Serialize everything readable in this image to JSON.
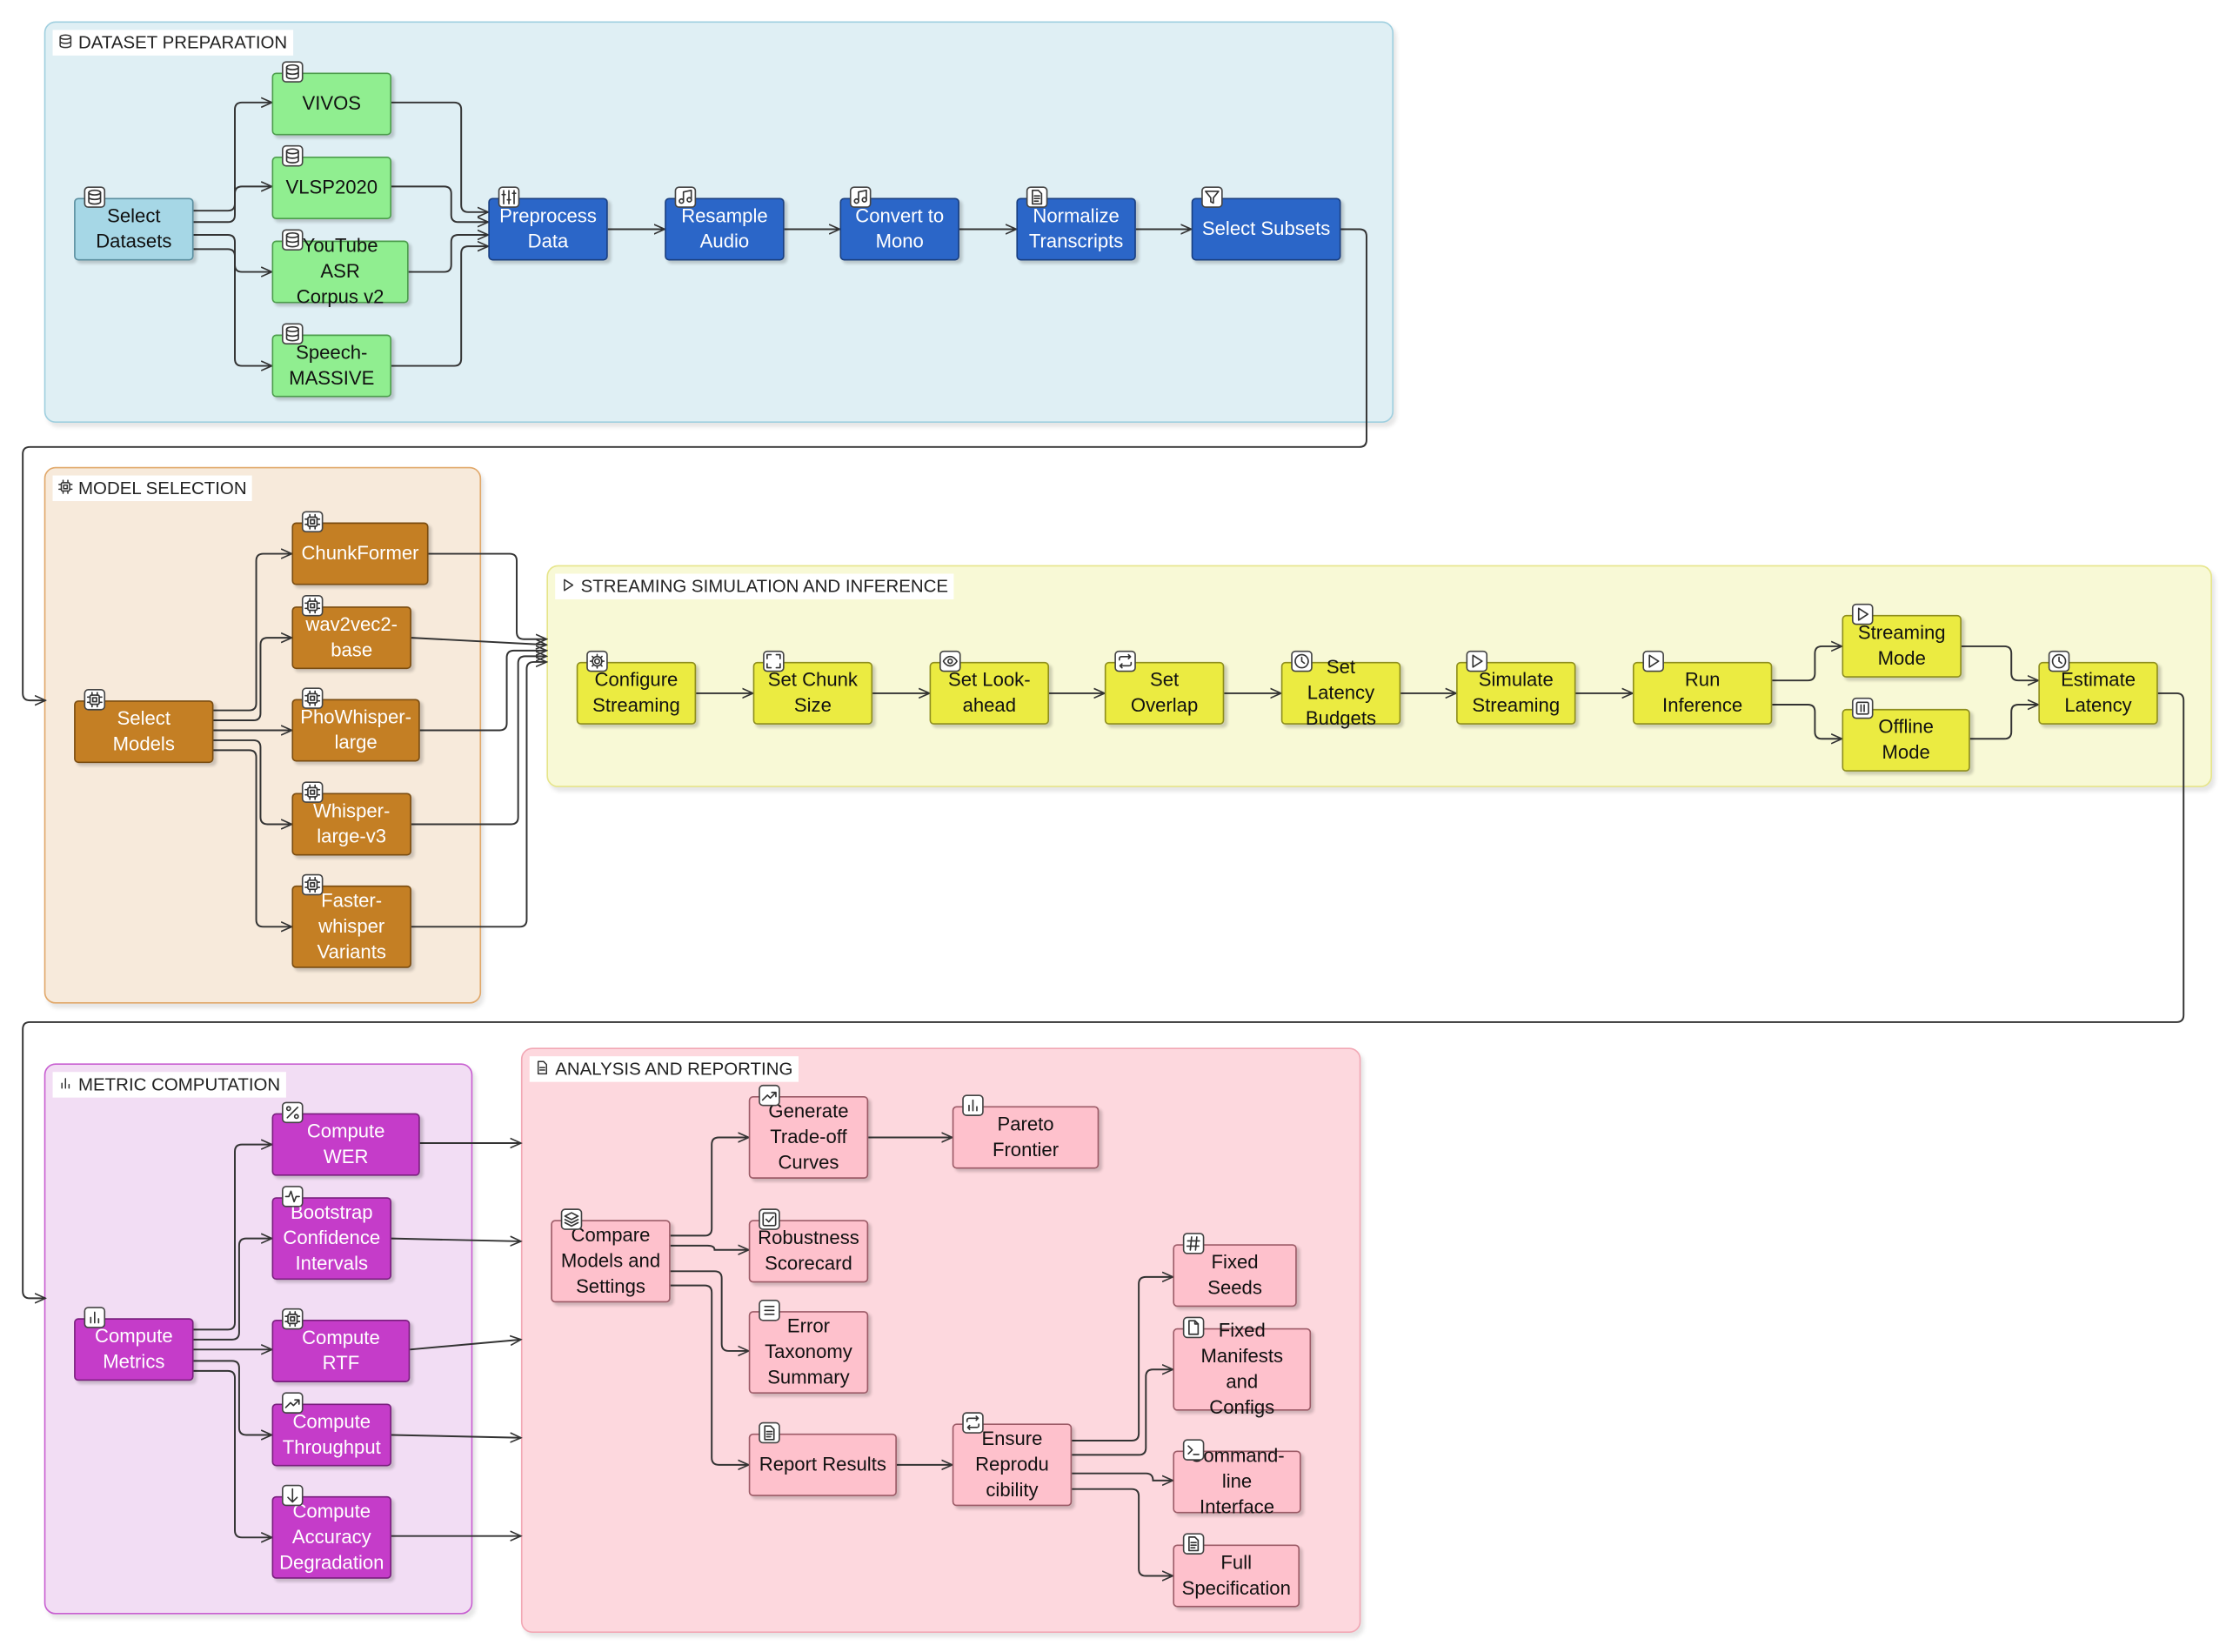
{
  "colors": {
    "dataset_group": "#dfeff4",
    "model_group": "#f7eadb",
    "stream_group": "#f8f9d6",
    "metric_group": "#f2ddf4",
    "analysis_group": "#fdd8de",
    "select_datasets": "#a6d7e6",
    "dataset_node": "#90ee90",
    "preprocess_node": "#2b66c8",
    "model_node": "#c47f24",
    "stream_node": "#ebeb41",
    "metric_node": "#c53cc9",
    "analysis_node": "#fec1cc"
  },
  "groups": {
    "dataset": {
      "title": "DATASET PREPARATION",
      "icon": "database-icon"
    },
    "model": {
      "title": "MODEL SELECTION",
      "icon": "chip-icon"
    },
    "stream": {
      "title": "STREAMING SIMULATION AND INFERENCE",
      "icon": "play-icon"
    },
    "metric": {
      "title": "METRIC COMPUTATION",
      "icon": "bar-chart-icon"
    },
    "analysis": {
      "title": "ANALYSIS AND REPORTING",
      "icon": "document-icon"
    }
  },
  "nodes": {
    "select_datasets": {
      "label": "Select\nDatasets",
      "icon": "database-icon"
    },
    "vivos": {
      "label": "VIVOS",
      "icon": "database-icon"
    },
    "vlsp2020": {
      "label": "VLSP2020",
      "icon": "database-icon"
    },
    "youtube_asr": {
      "label": "YouTube ASR\nCorpus v2",
      "icon": "database-icon"
    },
    "speech_massive": {
      "label": "Speech-\nMASSIVE",
      "icon": "database-icon"
    },
    "preprocess": {
      "label": "Preprocess\nData",
      "icon": "sliders-icon"
    },
    "resample": {
      "label": "Resample\nAudio",
      "icon": "music-note-icon"
    },
    "convert_mono": {
      "label": "Convert to\nMono",
      "icon": "music-note-icon"
    },
    "normalize": {
      "label": "Normalize\nTranscripts",
      "icon": "file-text-icon"
    },
    "select_subsets": {
      "label": "Select Subsets",
      "icon": "filter-icon"
    },
    "select_models": {
      "label": "Select Models",
      "icon": "chip-icon"
    },
    "chunkformer": {
      "label": "ChunkFormer",
      "icon": "chip-icon"
    },
    "wav2vec2": {
      "label": "wav2vec2-\nbase",
      "icon": "chip-icon"
    },
    "phowhisper": {
      "label": "PhoWhisper-\nlarge",
      "icon": "chip-icon"
    },
    "whisper": {
      "label": "Whisper-\nlarge-v3",
      "icon": "chip-icon"
    },
    "faster_whisper": {
      "label": "Faster-\nwhisper\nVariants",
      "icon": "chip-icon"
    },
    "configure_streaming": {
      "label": "Configure\nStreaming",
      "icon": "gear-icon"
    },
    "chunk_size": {
      "label": "Set Chunk\nSize",
      "icon": "expand-icon"
    },
    "lookahead": {
      "label": "Set Look-\nahead",
      "icon": "eye-icon"
    },
    "overlap": {
      "label": "Set Overlap",
      "icon": "repeat-icon"
    },
    "latency_budgets": {
      "label": "Set Latency\nBudgets",
      "icon": "clock-icon"
    },
    "simulate_streaming": {
      "label": "Simulate\nStreaming",
      "icon": "play-icon"
    },
    "run_inference": {
      "label": "Run Inference",
      "icon": "play-icon"
    },
    "streaming_mode": {
      "label": "Streaming\nMode",
      "icon": "play-icon"
    },
    "offline_mode": {
      "label": "Offline Mode",
      "icon": "pause-icon"
    },
    "estimate_latency": {
      "label": "Estimate\nLatency",
      "icon": "clock-icon"
    },
    "compute_metrics": {
      "label": "Compute\nMetrics",
      "icon": "bar-chart-icon"
    },
    "compute_wer": {
      "label": "Compute WER",
      "icon": "percent-icon"
    },
    "bootstrap": {
      "label": "Bootstrap\nConfidence\nIntervals",
      "icon": "activity-icon"
    },
    "compute_rtf": {
      "label": "Compute RTF",
      "icon": "chip-icon"
    },
    "throughput": {
      "label": "Compute\nThroughput",
      "icon": "trend-up-icon"
    },
    "accuracy_degradation": {
      "label": "Compute\nAccuracy\nDegradation",
      "icon": "arrow-down-icon"
    },
    "compare_models": {
      "label": "Compare\nModels and\nSettings",
      "icon": "layers-icon"
    },
    "tradeoff_curves": {
      "label": "Generate\nTrade-off\nCurves",
      "icon": "trend-up-icon"
    },
    "pareto": {
      "label": "Pareto Frontier",
      "icon": "bar-chart-icon"
    },
    "robustness": {
      "label": "Robustness\nScorecard",
      "icon": "check-square-icon"
    },
    "error_taxonomy": {
      "label": "Error\nTaxonomy\nSummary",
      "icon": "list-icon"
    },
    "report_results": {
      "label": "Report Results",
      "icon": "file-text-icon"
    },
    "reproducibility": {
      "label": "Ensure\nReprodu\ncibility",
      "icon": "repeat-icon"
    },
    "fixed_seeds": {
      "label": "Fixed Seeds",
      "icon": "hash-icon"
    },
    "fixed_manifests": {
      "label": "Fixed\nManifests and\nConfigs",
      "icon": "file-icon"
    },
    "cli": {
      "label": "Command-\nline Interface",
      "icon": "terminal-icon"
    },
    "full_spec": {
      "label": "Full\nSpecification",
      "icon": "file-text-icon"
    }
  }
}
